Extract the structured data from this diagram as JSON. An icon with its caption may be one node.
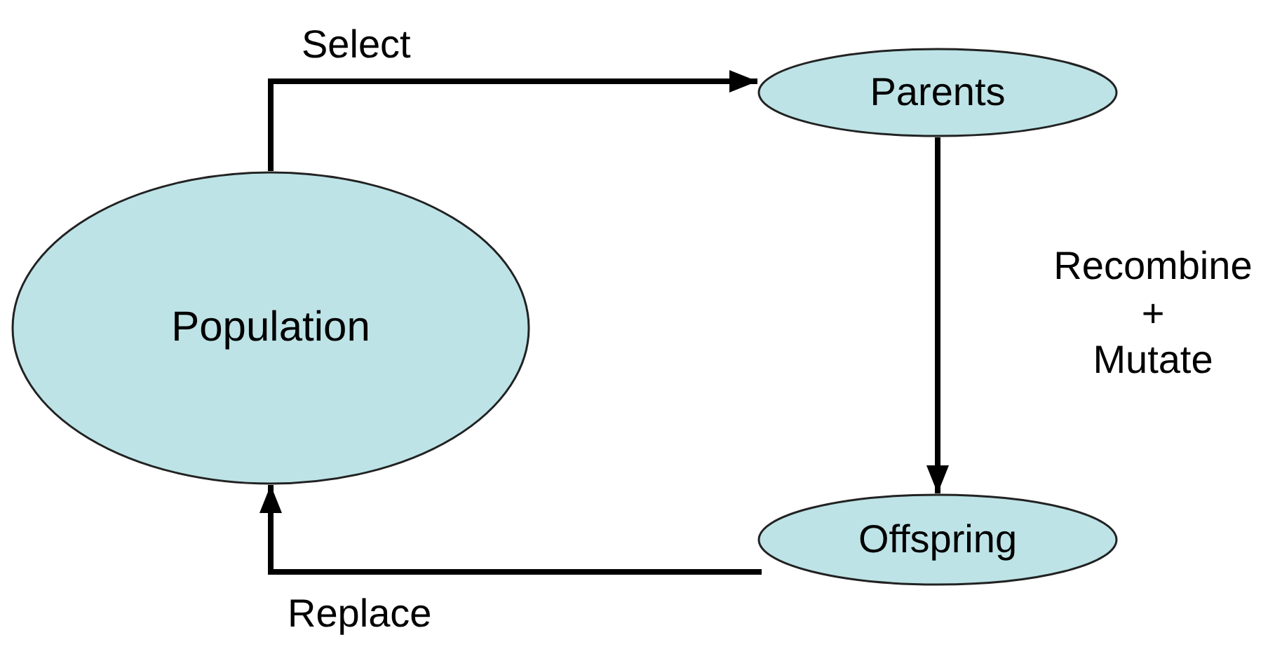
{
  "diagram": {
    "nodes": [
      {
        "text": [
          "Population"
        ]
      },
      {
        "text": [
          "Parents"
        ]
      },
      {
        "text": [
          "Offspring"
        ]
      }
    ],
    "edges": [
      {
        "from": 0,
        "to": 1,
        "arrow": "to",
        "label": "Select"
      },
      {
        "from": 1,
        "to": 2,
        "arrow": "to",
        "label": "Recombine + Mutate"
      },
      {
        "from": 2,
        "to": 0,
        "arrow": "to",
        "label": "Replace"
      }
    ]
  }
}
